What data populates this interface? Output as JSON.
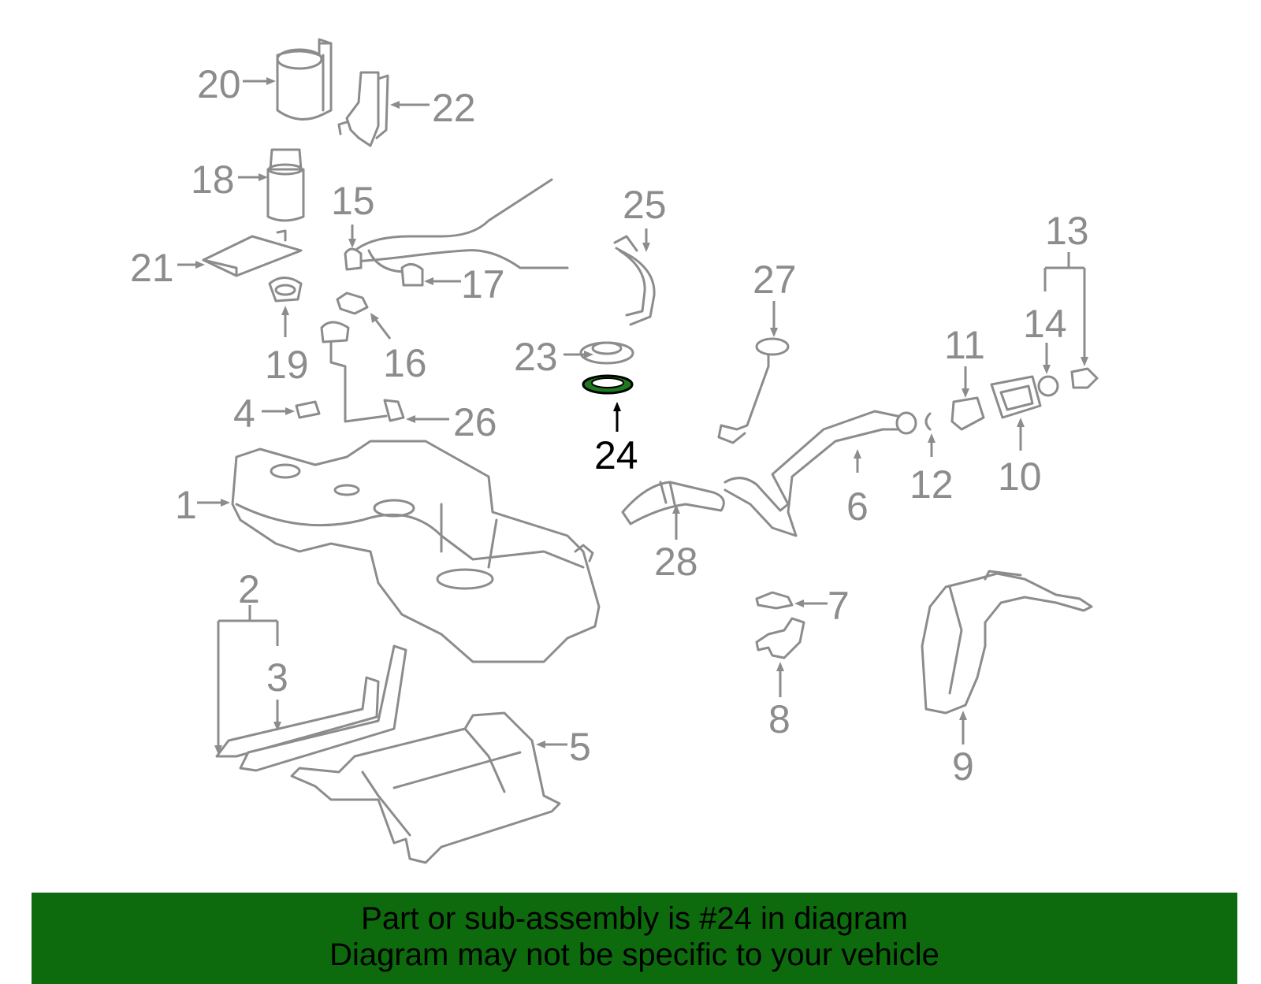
{
  "callouts": {
    "c1": "1",
    "c2": "2",
    "c3": "3",
    "c4": "4",
    "c5": "5",
    "c6": "6",
    "c7": "7",
    "c8": "8",
    "c9": "9",
    "c10": "10",
    "c11": "11",
    "c12": "12",
    "c13": "13",
    "c14": "14",
    "c15": "15",
    "c16": "16",
    "c17": "17",
    "c18": "18",
    "c19": "19",
    "c20": "20",
    "c21": "21",
    "c22": "22",
    "c23": "23",
    "c24": "24",
    "c25": "25",
    "c26": "26",
    "c27": "27",
    "c28": "28"
  },
  "highlighted_part": "24",
  "colors": {
    "part_line": "#8c8c8c",
    "highlight_line": "#000000",
    "highlight_fill": "#1f7a1f",
    "banner_bg": "#0d6b0d",
    "banner_text": "#000000"
  },
  "banner": {
    "line1": "Part or sub-assembly is #24 in diagram",
    "line2": "Diagram may not be specific to your vehicle"
  }
}
